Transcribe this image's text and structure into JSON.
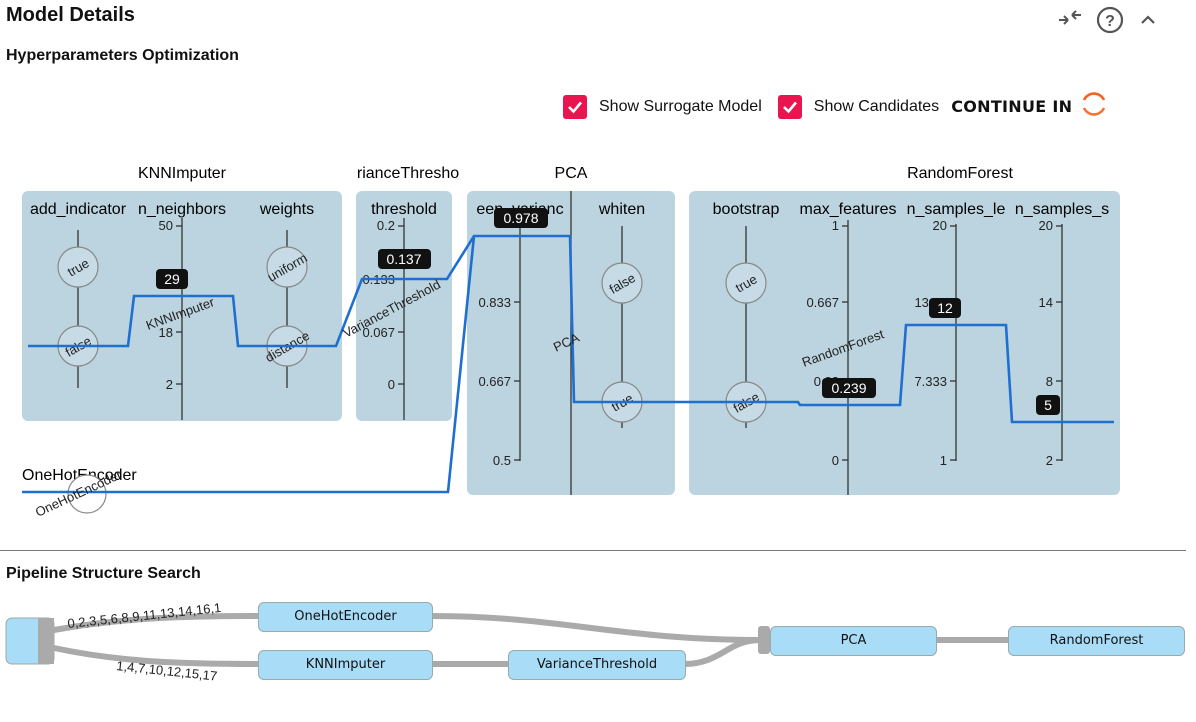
{
  "header": {
    "title": "Model Details",
    "subtitle": "Hyperparameters Optimization"
  },
  "controls": {
    "surrogate_label": "Show Surrogate Model",
    "candidates_label": "Show Candidates",
    "continue_label": "CONTINUE IN"
  },
  "groups": {
    "knn": "KNNImputer",
    "variance": "rianceThresho",
    "pca": "PCA",
    "rf": "RandomForest",
    "onehot": "OneHotEncoder"
  },
  "axes": {
    "add_indicator": "add_indicator",
    "n_neighbors": "n_neighbors",
    "weights": "weights",
    "threshold": "threshold",
    "explained_variance": "een_varianc",
    "whiten": "whiten",
    "bootstrap": "bootstrap",
    "max_features": "max_features",
    "min_samples_leaf": "n_samples_le",
    "min_samples_split": "n_samples_s"
  },
  "ticks": {
    "n_neighbors": [
      "50",
      "18",
      "2"
    ],
    "threshold": [
      "0.2",
      "0.133",
      "0.067",
      "0"
    ],
    "explained_variance": [
      "0.833",
      "0.667",
      "0.5"
    ],
    "max_features": [
      "1",
      "0.667",
      "0.33",
      "0"
    ],
    "min_samples_leaf": [
      "20",
      "13.66",
      "7.333",
      "1"
    ],
    "min_samples_split": [
      "20",
      "14",
      "8",
      "2"
    ]
  },
  "categories": {
    "true": "true",
    "false": "false",
    "uniform": "uniform",
    "distance": "distance"
  },
  "values": {
    "n_neighbors": "29",
    "threshold": "0.137",
    "explained_variance": "0.978",
    "max_features": "0.239",
    "min_samples_leaf": "12",
    "min_samples_split": "5"
  },
  "line_labels": {
    "knn": "KNNImputer",
    "variance": "VarianceThreshold",
    "pca": "PCA",
    "rf": "RandomForest",
    "onehot": "OneHotEncoder"
  },
  "pipeline": {
    "title": "Pipeline Structure Search",
    "edge_top": "0,2,3,5,6,8,9,11,13,14,16,1",
    "edge_bottom": "1,4,7,10,12,15,17",
    "nodes": {
      "onehot": "OneHotEncoder",
      "knn": "KNNImputer",
      "variance": "VarianceThreshold",
      "pca": "PCA",
      "rf": "RandomForest"
    }
  },
  "colors": {
    "accent": "#e8154f",
    "line": "#1f6fd1",
    "panel": "#bcd4df",
    "node": "#a8dcf7",
    "spinner": "#f26522"
  },
  "icons": [
    "collapse-arrows-icon",
    "help-icon",
    "chevron-up-icon",
    "spinner-icon"
  ]
}
